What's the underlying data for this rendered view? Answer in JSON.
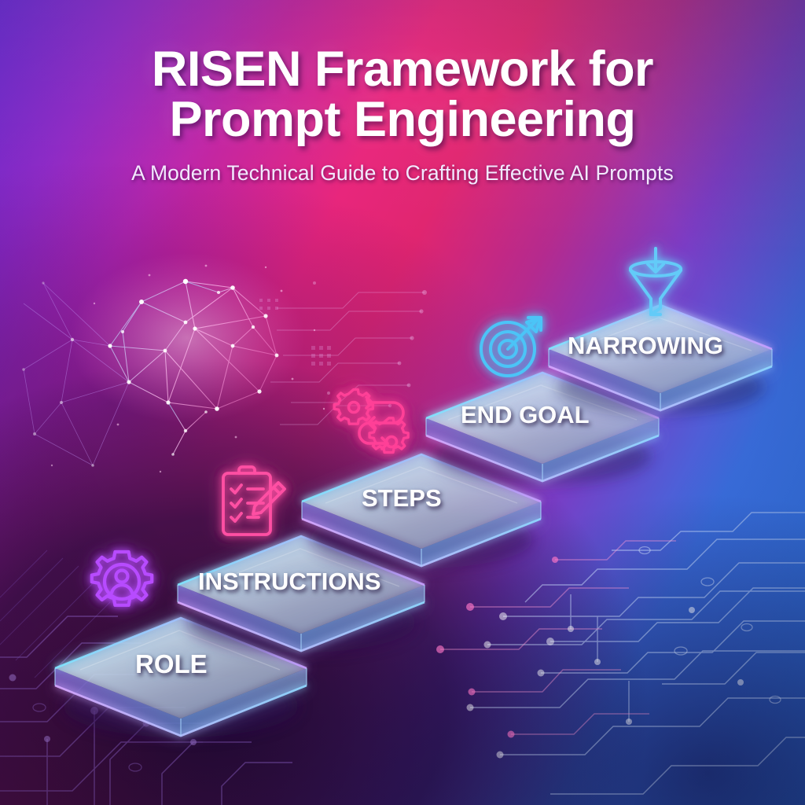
{
  "header": {
    "title_line1": "RISEN Framework for",
    "title_line2": "Prompt Engineering",
    "subtitle": "A Modern Technical Guide to Crafting Effective AI Prompts"
  },
  "steps": [
    {
      "id": "role",
      "label": "ROLE",
      "icon": "person-in-gear-icon",
      "icon_color": "#b74cff"
    },
    {
      "id": "instructions",
      "label": "INSTRUCTIONS",
      "icon": "clipboard-checklist-pencil-icon",
      "icon_color": "#ff4fa3"
    },
    {
      "id": "steps",
      "label": "STEPS",
      "icon": "gears-process-loop-icon",
      "icon_color": "#ff3f97"
    },
    {
      "id": "end-goal",
      "label": "END GOAL",
      "icon": "target-arrow-icon",
      "icon_color": "#4cc4f7"
    },
    {
      "id": "narrowing",
      "label": "NARROWING",
      "icon": "funnel-arrow-icon",
      "icon_color": "#63cbf8"
    }
  ],
  "decorations": {
    "brain_network": "brain-network-graphic",
    "circuit_board": "circuit-traces-graphic"
  },
  "colors": {
    "gradient_purple": "#7b2ff7",
    "gradient_magenta": "#e8237a",
    "gradient_blue": "#2f7ff0",
    "slab_top": "#bcd6e8",
    "neon_cyan": "#6fe3ff",
    "neon_violet": "#b77cff",
    "text_white": "#ffffff"
  }
}
